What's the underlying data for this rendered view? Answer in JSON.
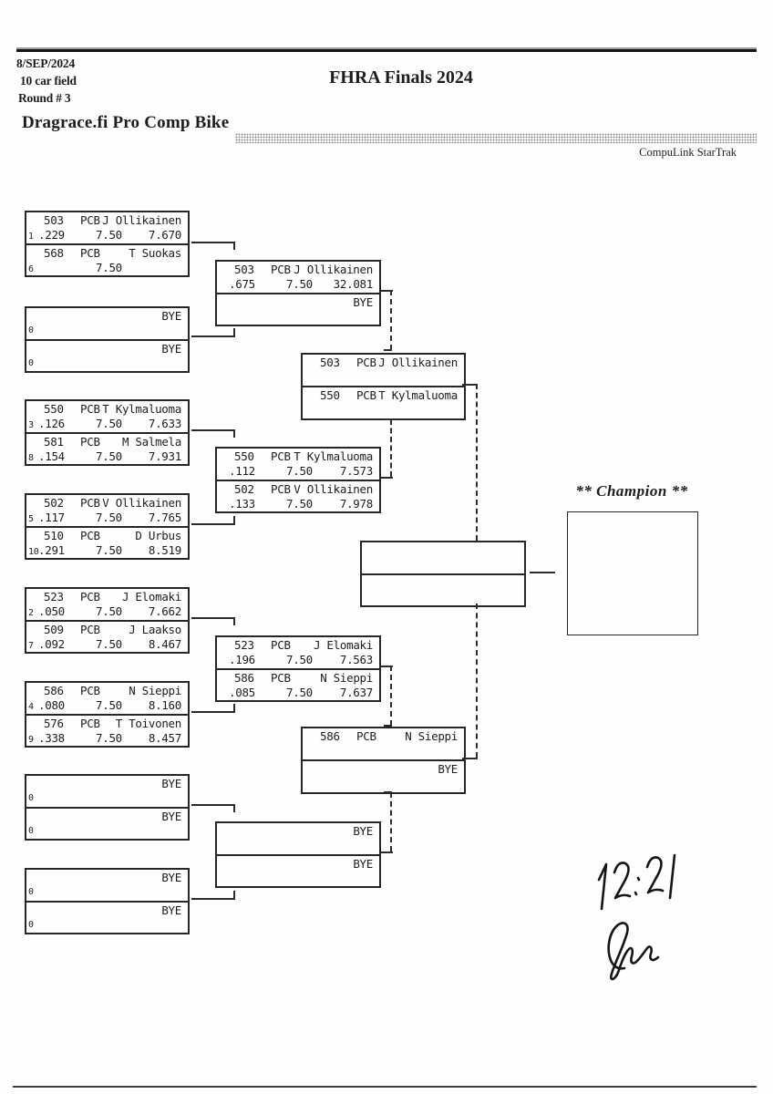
{
  "page": {
    "date": "8/SEP/2024",
    "field_size": "10 car field",
    "round": "Round # 3",
    "event_title": "FHRA Finals 2024",
    "class_title": "Dragrace.fi Pro Comp Bike",
    "timing_system": "CompuLink StarTrak",
    "champion_label": "** Champion **",
    "handwritten_time": "12:21"
  },
  "bracket": {
    "round1": [
      {
        "entries": [
          {
            "car": "503",
            "cls": "PCB",
            "name": "J Ollikainen",
            "seed": "1",
            "rt": ".229",
            "dial": "7.50",
            "et": "7.670"
          },
          {
            "car": "568",
            "cls": "PCB",
            "name": "T Suokas",
            "seed": "6",
            "rt": "",
            "dial": "7.50",
            "et": ""
          }
        ]
      },
      {
        "entries": [
          {
            "car": "",
            "cls": "",
            "name": "BYE",
            "seed": "0",
            "rt": "",
            "dial": "",
            "et": ""
          },
          {
            "car": "",
            "cls": "",
            "name": "BYE",
            "seed": "0",
            "rt": "",
            "dial": "",
            "et": ""
          }
        ]
      },
      {
        "entries": [
          {
            "car": "550",
            "cls": "PCB",
            "name": "T Kylmaluoma",
            "seed": "3",
            "rt": ".126",
            "dial": "7.50",
            "et": "7.633"
          },
          {
            "car": "581",
            "cls": "PCB",
            "name": "M Salmela",
            "seed": "8",
            "rt": ".154",
            "dial": "7.50",
            "et": "7.931"
          }
        ]
      },
      {
        "entries": [
          {
            "car": "502",
            "cls": "PCB",
            "name": "V Ollikainen",
            "seed": "5",
            "rt": ".117",
            "dial": "7.50",
            "et": "7.765"
          },
          {
            "car": "510",
            "cls": "PCB",
            "name": "D Urbus",
            "seed": "10",
            "rt": ".291",
            "dial": "7.50",
            "et": "8.519"
          }
        ]
      },
      {
        "entries": [
          {
            "car": "523",
            "cls": "PCB",
            "name": "J Elomaki",
            "seed": "2",
            "rt": ".050",
            "dial": "7.50",
            "et": "7.662"
          },
          {
            "car": "509",
            "cls": "PCB",
            "name": "J Laakso",
            "seed": "7",
            "rt": ".092",
            "dial": "7.50",
            "et": "8.467"
          }
        ]
      },
      {
        "entries": [
          {
            "car": "586",
            "cls": "PCB",
            "name": "N Sieppi",
            "seed": "4",
            "rt": ".080",
            "dial": "7.50",
            "et": "8.160"
          },
          {
            "car": "576",
            "cls": "PCB",
            "name": "T Toivonen",
            "seed": "9",
            "rt": ".338",
            "dial": "7.50",
            "et": "8.457"
          }
        ]
      },
      {
        "entries": [
          {
            "car": "",
            "cls": "",
            "name": "BYE",
            "seed": "0",
            "rt": "",
            "dial": "",
            "et": ""
          },
          {
            "car": "",
            "cls": "",
            "name": "BYE",
            "seed": "0",
            "rt": "",
            "dial": "",
            "et": ""
          }
        ]
      },
      {
        "entries": [
          {
            "car": "",
            "cls": "",
            "name": "BYE",
            "seed": "0",
            "rt": "",
            "dial": "",
            "et": ""
          },
          {
            "car": "",
            "cls": "",
            "name": "BYE",
            "seed": "0",
            "rt": "",
            "dial": "",
            "et": ""
          }
        ]
      }
    ],
    "round2": [
      {
        "entries": [
          {
            "car": "503",
            "cls": "PCB",
            "name": "J Ollikainen",
            "seed": "",
            "rt": ".675",
            "dial": "7.50",
            "et": "32.081"
          },
          {
            "car": "",
            "cls": "",
            "name": "BYE",
            "seed": "",
            "rt": "",
            "dial": "",
            "et": ""
          }
        ]
      },
      {
        "entries": [
          {
            "car": "550",
            "cls": "PCB",
            "name": "T Kylmaluoma",
            "seed": "",
            "rt": ".112",
            "dial": "7.50",
            "et": "7.573"
          },
          {
            "car": "502",
            "cls": "PCB",
            "name": "V Ollikainen",
            "seed": "",
            "rt": ".133",
            "dial": "7.50",
            "et": "7.978"
          }
        ]
      },
      {
        "entries": [
          {
            "car": "523",
            "cls": "PCB",
            "name": "J Elomaki",
            "seed": "",
            "rt": ".196",
            "dial": "7.50",
            "et": "7.563"
          },
          {
            "car": "586",
            "cls": "PCB",
            "name": "N Sieppi",
            "seed": "",
            "rt": ".085",
            "dial": "7.50",
            "et": "7.637"
          }
        ]
      },
      {
        "entries": [
          {
            "car": "",
            "cls": "",
            "name": "BYE",
            "seed": "",
            "rt": "",
            "dial": "",
            "et": ""
          },
          {
            "car": "",
            "cls": "",
            "name": "BYE",
            "seed": "",
            "rt": "",
            "dial": "",
            "et": ""
          }
        ]
      }
    ],
    "semifinals": [
      {
        "entries": [
          {
            "car": "503",
            "cls": "PCB",
            "name": "J Ollikainen",
            "seed": "",
            "rt": "",
            "dial": "",
            "et": ""
          },
          {
            "car": "550",
            "cls": "PCB",
            "name": "T Kylmaluoma",
            "seed": "",
            "rt": "",
            "dial": "",
            "et": ""
          }
        ]
      },
      {
        "entries": [
          {
            "car": "586",
            "cls": "PCB",
            "name": "N Sieppi",
            "seed": "",
            "rt": "",
            "dial": "",
            "et": ""
          },
          {
            "car": "",
            "cls": "",
            "name": "BYE",
            "seed": "",
            "rt": "",
            "dial": "",
            "et": ""
          }
        ]
      }
    ],
    "final": {
      "entries": [
        {
          "car": "",
          "cls": "",
          "name": "",
          "seed": "",
          "rt": "",
          "dial": "",
          "et": ""
        },
        {
          "car": "",
          "cls": "",
          "name": "",
          "seed": "",
          "rt": "",
          "dial": "",
          "et": ""
        }
      ]
    }
  }
}
